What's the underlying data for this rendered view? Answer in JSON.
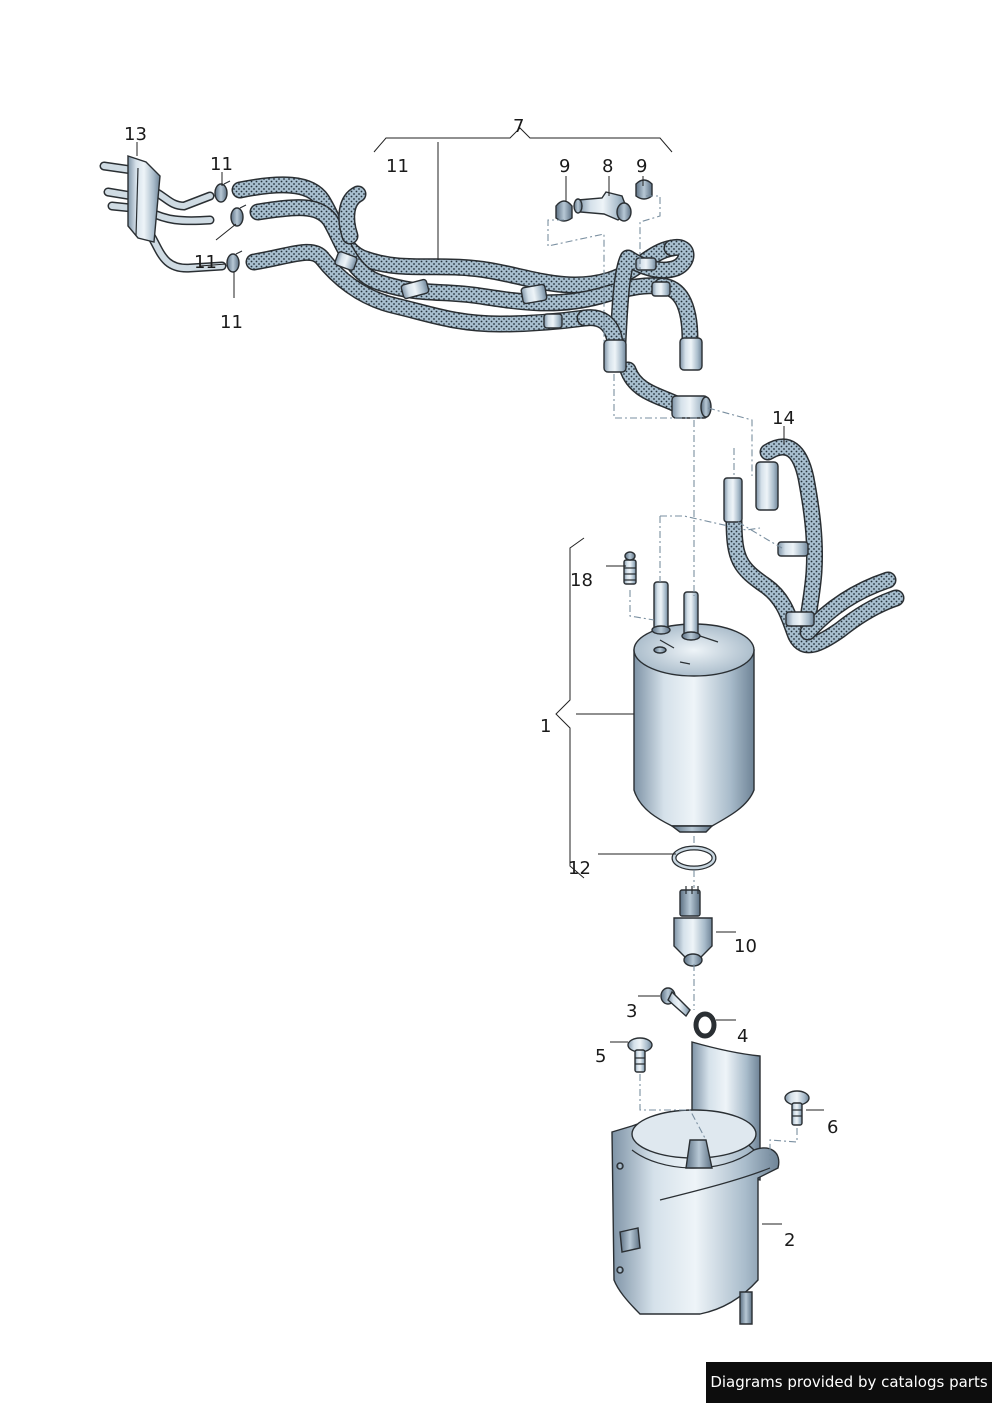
{
  "callouts": {
    "c1": "1",
    "c2": "2",
    "c3": "3",
    "c4": "4",
    "c5": "5",
    "c6": "6",
    "c7": "7",
    "c8": "8",
    "c9a": "9",
    "c9b": "9",
    "c10": "10",
    "c11a": "11",
    "c11b": "11",
    "c11c": "11",
    "c11d": "11",
    "c12": "12",
    "c13": "13",
    "c14": "14",
    "c18": "18"
  },
  "watermark": "Diagrams provided by catalogs parts",
  "colors": {
    "metal_light": "#e4edf3",
    "metal_mid": "#a9bccb",
    "metal_dark": "#6f8497",
    "outline": "#2a2f33",
    "leader_dash": "#7a8fa0",
    "watermark_bg": "#0d0d0d"
  }
}
